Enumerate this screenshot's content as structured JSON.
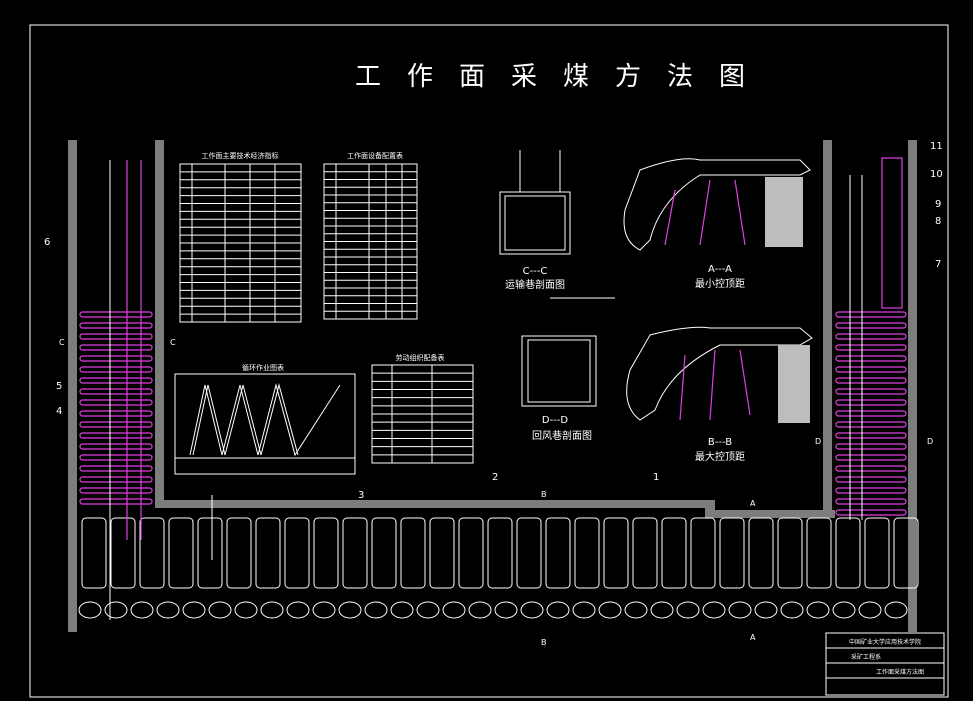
{
  "drawing": {
    "title": "工　作　面　采　煤　方　法　图",
    "tables": {
      "tech_index": "工作面主要技术经济指标",
      "equipment": "工作面设备配置表",
      "cycle_chart": "循环作业图表",
      "personnel": "劳动组织配备表"
    },
    "sections": {
      "cc_label": "C---C",
      "cc_name": "运输巷剖面图",
      "aa_label": "A---A",
      "aa_name": "最小控顶距",
      "dd_label": "D---D",
      "dd_name": "回风巷剖面图",
      "bb_label": "B---B",
      "bb_name": "最大控顶距"
    },
    "markers": {
      "A": "A",
      "B": "B",
      "C": "C",
      "D": "D"
    },
    "callouts": [
      "1",
      "2",
      "3",
      "4",
      "5",
      "6",
      "7",
      "8",
      "9",
      "10",
      "11"
    ],
    "title_block": {
      "school": "中国矿业大学应用技术学院",
      "major": "采矿工程系",
      "drawing_name": "工作面采煤方法图"
    }
  }
}
